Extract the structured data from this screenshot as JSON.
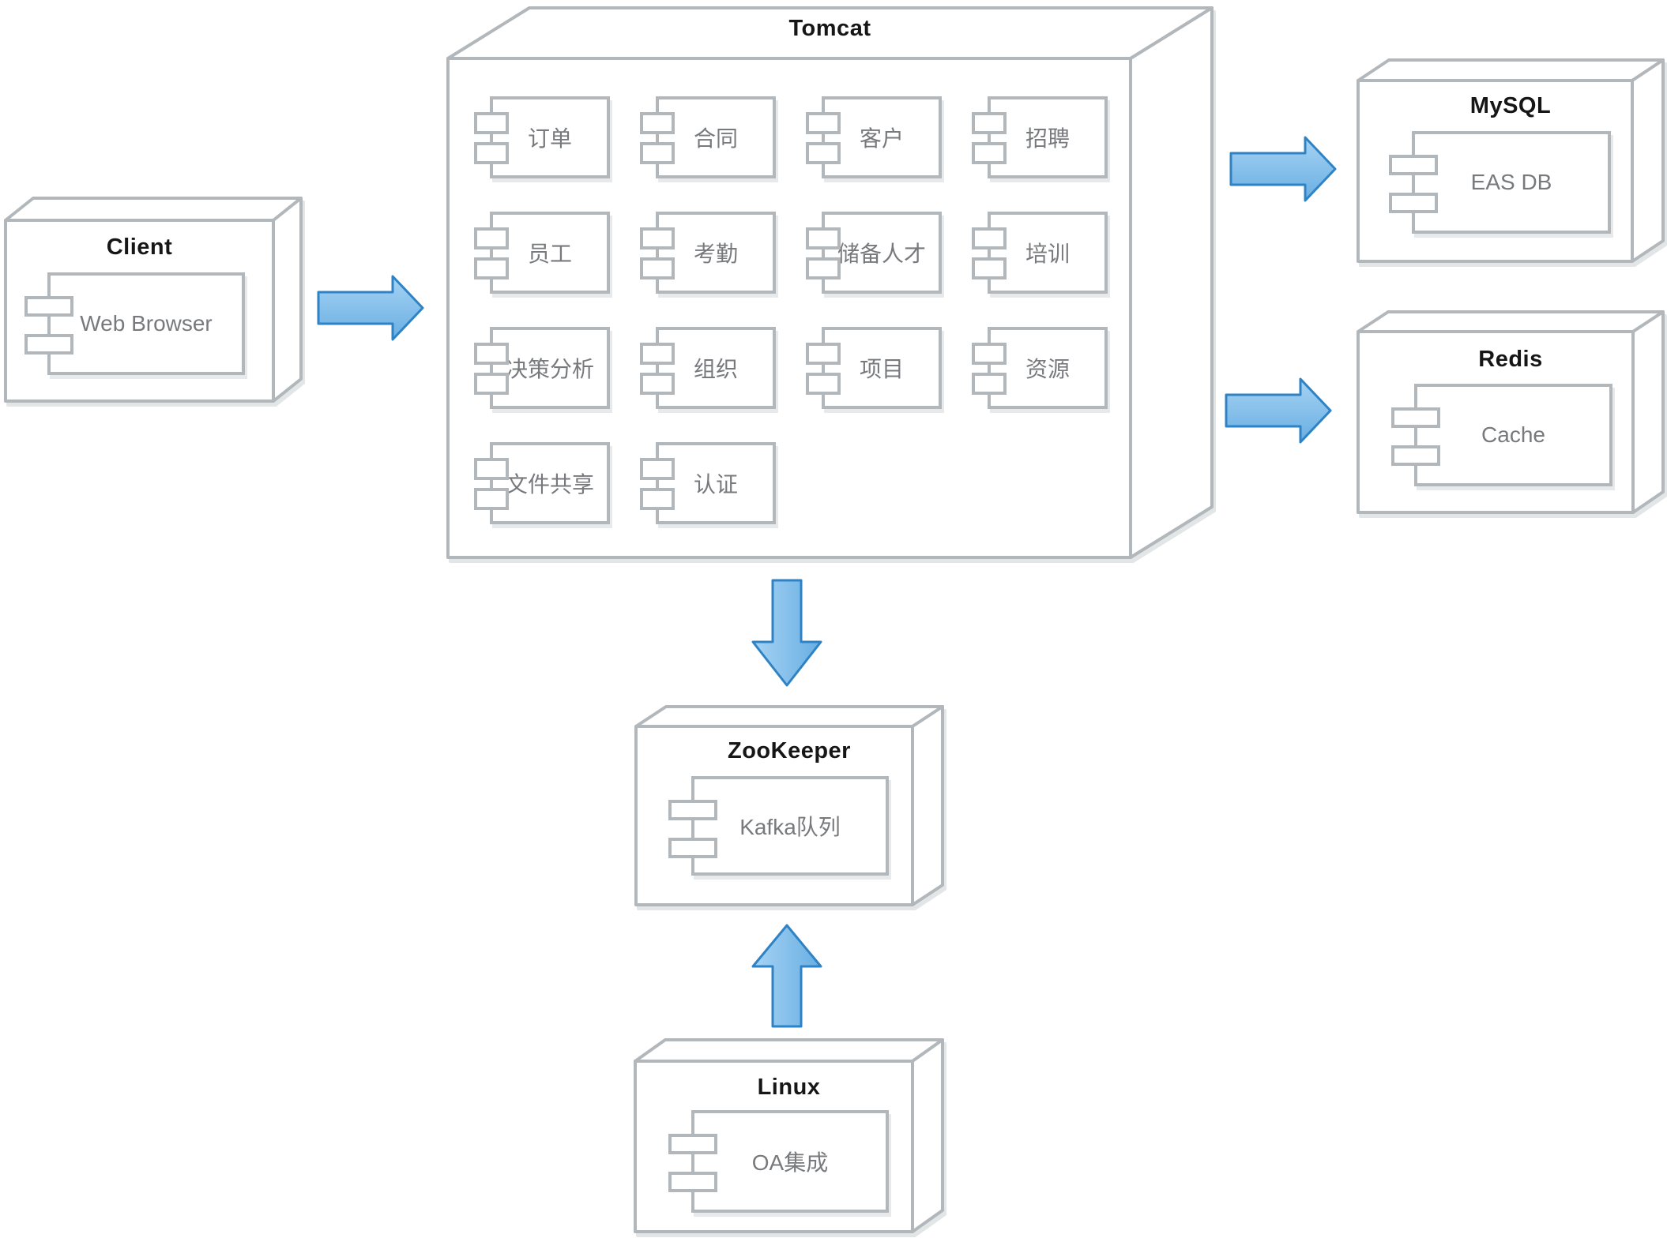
{
  "nodes": {
    "client": {
      "title": "Client",
      "component": "Web Browser"
    },
    "tomcat": {
      "title": "Tomcat",
      "components": [
        "订单",
        "合同",
        "客户",
        "招聘",
        "员工",
        "考勤",
        "储备人才",
        "培训",
        "决策分析",
        "组织",
        "项目",
        "资源",
        "文件共享",
        "认证"
      ]
    },
    "mysql": {
      "title": "MySQL",
      "component": "EAS DB"
    },
    "redis": {
      "title": "Redis",
      "component": "Cache"
    },
    "zookeeper": {
      "title": "ZooKeeper",
      "component": "Kafka队列"
    },
    "linux": {
      "title": "Linux",
      "component": "OA集成"
    }
  },
  "connections": [
    {
      "from": "Client",
      "to": "Tomcat",
      "direction": "right"
    },
    {
      "from": "Tomcat",
      "to": "MySQL",
      "direction": "right"
    },
    {
      "from": "Tomcat",
      "to": "Redis",
      "direction": "right"
    },
    {
      "from": "Tomcat",
      "to": "ZooKeeper",
      "direction": "down"
    },
    {
      "from": "Linux",
      "to": "ZooKeeper",
      "direction": "up"
    }
  ],
  "colors": {
    "node_border": "#b1b7bb",
    "component_text": "#77797c",
    "title_text": "#161616",
    "arrow_fill_light": "#a6d3f3",
    "arrow_fill_dark": "#68aee3",
    "arrow_border": "#2f83c5"
  }
}
